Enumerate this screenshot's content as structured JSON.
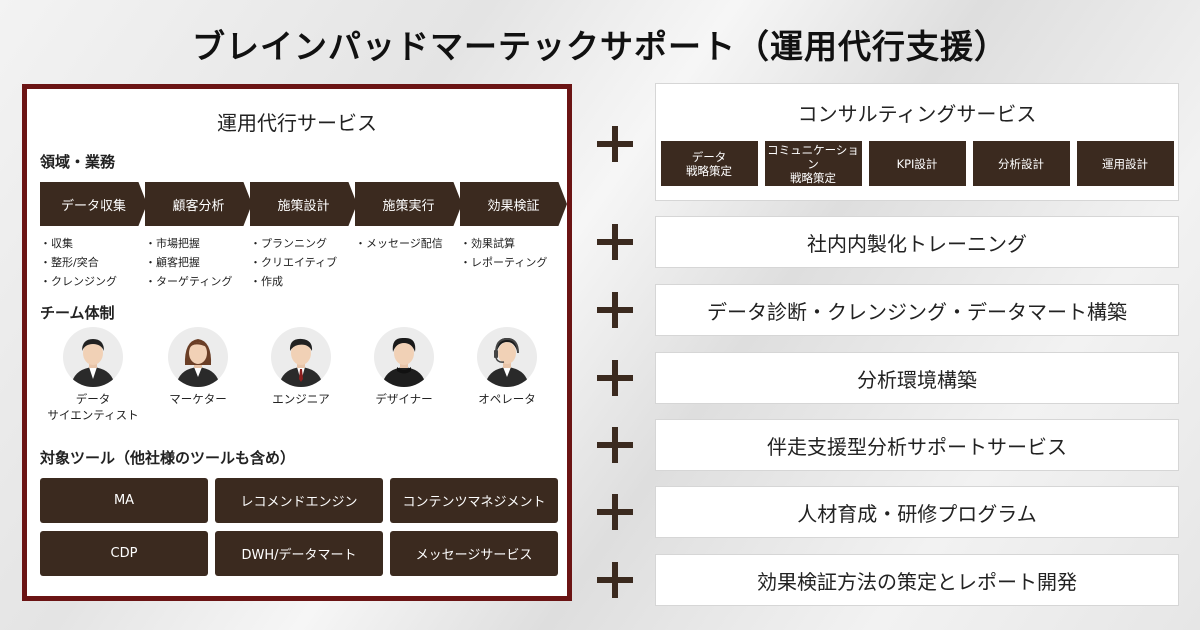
{
  "title": "ブレインパッドマーテックサポート（運用代行支援）",
  "operations": {
    "title": "運用代行サービス",
    "domain_label": "領域・業務",
    "stages": [
      {
        "label": "データ収集",
        "bullets": [
          "・収集",
          "・整形/突合",
          "・クレンジング"
        ]
      },
      {
        "label": "顧客分析",
        "bullets": [
          "・市場把握",
          "・顧客把握",
          "・ターゲティング"
        ]
      },
      {
        "label": "施策設計",
        "bullets": [
          "・プランニング",
          "・クリエイティブ",
          "・作成"
        ]
      },
      {
        "label": "施策実行",
        "bullets": [
          "・メッセージ配信"
        ]
      },
      {
        "label": "効果検証",
        "bullets": [
          "・効果試算",
          "・レポーティング"
        ]
      }
    ],
    "team_label": "チーム体制",
    "team": [
      {
        "line1": "データ",
        "line2": "サイエンティスト",
        "icon": "data-scientist-avatar-icon"
      },
      {
        "line1": "マーケター",
        "line2": "",
        "icon": "marketer-avatar-icon"
      },
      {
        "line1": "エンジニア",
        "line2": "",
        "icon": "engineer-avatar-icon"
      },
      {
        "line1": "デザイナー",
        "line2": "",
        "icon": "designer-avatar-icon"
      },
      {
        "line1": "オペレータ",
        "line2": "",
        "icon": "operator-avatar-icon"
      }
    ],
    "tools_label": "対象ツール（他社様のツールも含め）",
    "tools": [
      "MA",
      "レコメンドエンジン",
      "コンテンツマネジメント",
      "CDP",
      "DWH/データマート",
      "メッセージサービス"
    ]
  },
  "consulting": {
    "title": "コンサルティングサービス",
    "subs": [
      {
        "line1": "データ",
        "line2": "戦略策定"
      },
      {
        "line1": "コミュニケーション",
        "line2": "戦略策定"
      },
      {
        "line1": "KPI設計",
        "line2": ""
      },
      {
        "line1": "分析設計",
        "line2": ""
      },
      {
        "line1": "運用設計",
        "line2": ""
      }
    ]
  },
  "services": [
    "社内内製化トレーニング",
    "データ診断・クレンジング・データマート構築",
    "分析環境構築",
    "伴走支援型分析サポートサービス",
    "人材育成・研修プログラム",
    "効果検証方法の策定とレポート開発"
  ],
  "colors": {
    "dark_brown": "#3b2a1f",
    "frame_red": "#6b1414"
  }
}
